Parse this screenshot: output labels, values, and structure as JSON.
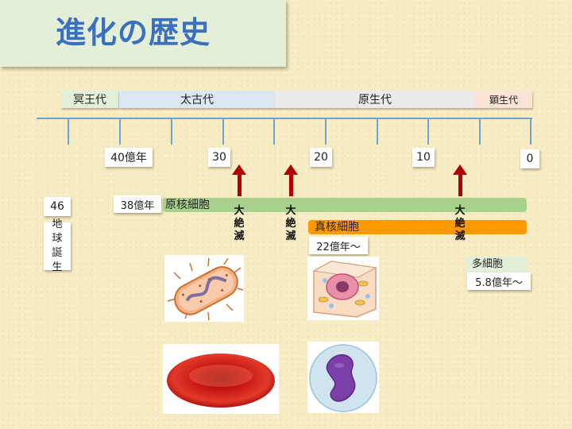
{
  "title": "進化の歴史",
  "eras": {
    "hadean": "冥王代",
    "archean": "太古代",
    "proterozoic": "原生代",
    "phanerozoic": "顕生代"
  },
  "ticks": {
    "t40": "40億年",
    "t30": "30",
    "t20": "20",
    "t10": "10",
    "t0": "0"
  },
  "earth": {
    "age": "46",
    "label": "地球誕生"
  },
  "prokaryote": {
    "age": "38億年",
    "label": "原核細胞"
  },
  "eukaryote": {
    "label": "真核細胞",
    "age": "22億年〜"
  },
  "multicellular": {
    "label": "多細胞",
    "age": "5.8億年〜"
  },
  "extinction_label": "大絶滅",
  "colors": {
    "title_text": "#3b6fc0",
    "title_bg": "#e3efd6",
    "axis": "#6fa3d6",
    "prokaryote_bar": "#a9d18e",
    "eukaryote_bar": "#ff9900",
    "arrow": "#b00000"
  }
}
